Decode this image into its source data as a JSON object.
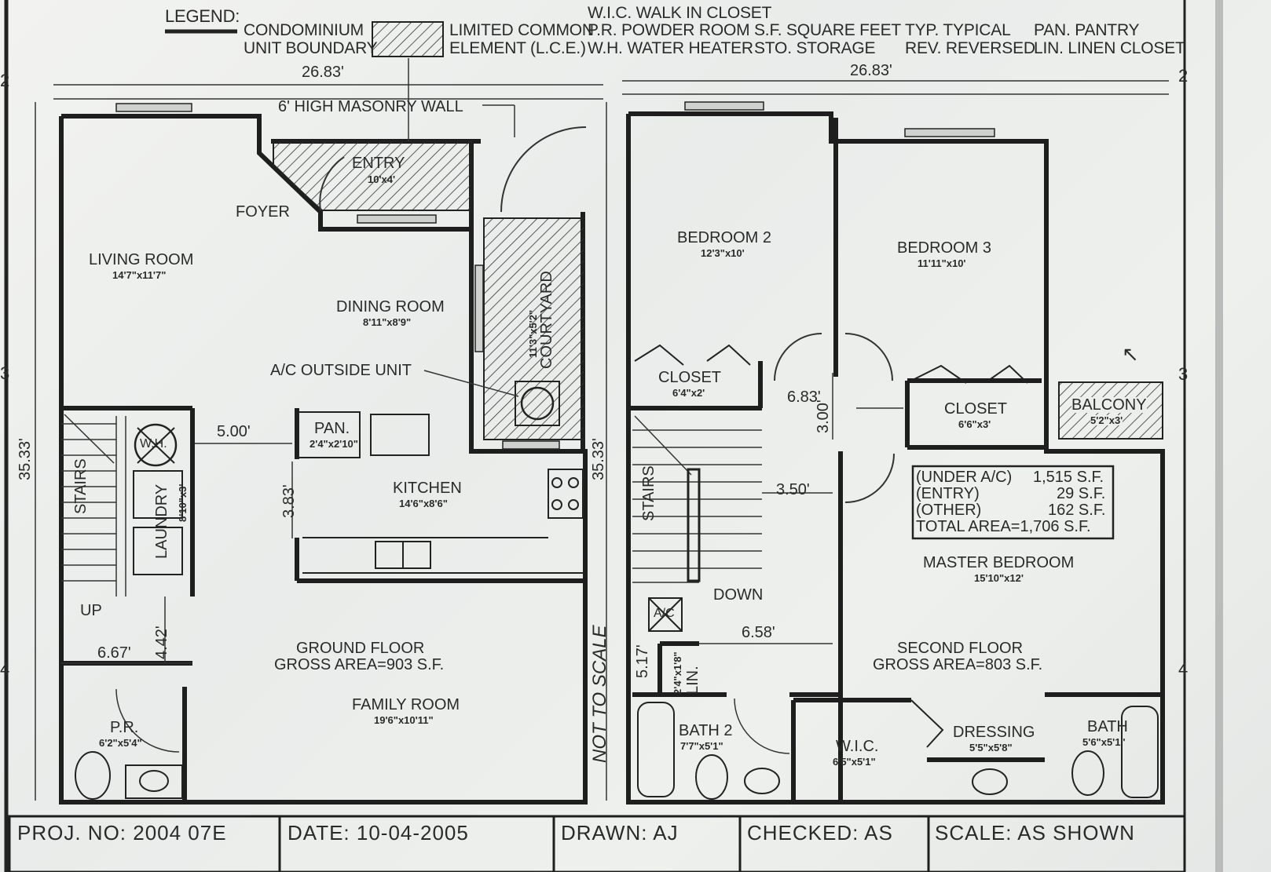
{
  "legend": {
    "title": "LEGEND:",
    "boundary_l1": "CONDOMINIUM",
    "boundary_l2": "UNIT BOUNDARY",
    "lce_l1": "LIMITED COMMON",
    "lce_l2": "ELEMENT (L.C.E.)",
    "abbr": {
      "wic": "W.I.C. WALK IN CLOSET",
      "pr": "P.R. POWDER ROOM",
      "wh": "W.H. WATER HEATER",
      "sf": "S.F.  SQUARE FEET",
      "sto": "STO. STORAGE",
      "typ": "TYP. TYPICAL",
      "rev": "REV. REVERSED",
      "pan": "PAN. PANTRY",
      "lin": "LIN.  LINEN CLOSET"
    }
  },
  "grid": {
    "row2": "2",
    "row3": "3",
    "row4": "4"
  },
  "ground": {
    "width_dim": "26.83'",
    "height_dim": "35.33'",
    "wall_note": "6' HIGH MASONRY WALL",
    "entry": "ENTRY",
    "entry_size": "10'x4'",
    "foyer": "FOYER",
    "living": "LIVING ROOM",
    "living_size": "14'7\"x11'7\"",
    "dining": "DINING ROOM",
    "dining_size": "8'11\"x8'9\"",
    "courtyard": "COURTYARD",
    "courtyard_size": "11'3\"x5'2\"",
    "ac_note": "A/C OUTSIDE UNIT",
    "wh": "W.H.",
    "dim_500": "5.00'",
    "pan": "PAN.",
    "pan_size": "2'4\"x2'10\"",
    "kitchen": "KITCHEN",
    "kitchen_size": "14'6\"x8'6\"",
    "dim_383": "3.83'",
    "stairs": "STAIRS",
    "laundry": "LAUNDRY",
    "laundry_size": "8'10\"x3'",
    "up": "UP",
    "dim_667": "6.67'",
    "dim_442": "4.42'",
    "floor_name": "GROUND FLOOR",
    "floor_area": "GROSS AREA=903 S.F.",
    "family": "FAMILY ROOM",
    "family_size": "19'6\"x10'11\"",
    "pr": "P.R.",
    "pr_size": "6'2\"x5'4\""
  },
  "not_to_scale": "NOT TO SCALE",
  "second": {
    "width_dim": "26.83'",
    "height_dim": "35.33'",
    "bed2": "BEDROOM 2",
    "bed2_size": "12'3\"x10'",
    "bed3": "BEDROOM 3",
    "bed3_size": "11'11\"x10'",
    "closet1": "CLOSET",
    "closet1_size": "6'4\"x2'",
    "dim_683": "6.83'",
    "dim_300": "3.00'",
    "closet2": "CLOSET",
    "closet2_size": "6'6\"x3'",
    "balcony": "BALCONY",
    "balcony_size": "5'2\"x3'",
    "stairs": "STAIRS",
    "dim_350": "3.50'",
    "area_table": [
      [
        "(UNDER A/C)",
        "1,515 S.F."
      ],
      [
        "(ENTRY)",
        "29 S.F."
      ],
      [
        "(OTHER)",
        "162 S.F."
      ]
    ],
    "total_area": "TOTAL AREA=1,706 S.F.",
    "master": "MASTER BEDROOM",
    "master_size": "15'10\"x12'",
    "down": "DOWN",
    "ac": "A/C",
    "dim_658": "6.58'",
    "dim_517": "5.17'",
    "lin": "LIN.",
    "lin_size": "2'4\"x1'8\"",
    "floor_name": "SECOND FLOOR",
    "floor_area": "GROSS AREA=803 S.F.",
    "bath2": "BATH 2",
    "bath2_size": "7'7\"x5'1\"",
    "wic": "W.I.C.",
    "wic_size": "6'5\"x5'1\"",
    "dressing": "DRESSING",
    "dressing_size": "5'5\"x5'8\"",
    "bath": "BATH",
    "bath_size": "5'6\"x5'1\""
  },
  "title_block": {
    "proj": "PROJ.  NO: 2004  07E",
    "date": "DATE: 10-04-2005",
    "drawn": "DRAWN: AJ",
    "checked": "CHECKED: AS",
    "scale": "SCALE: AS  SHOWN"
  }
}
